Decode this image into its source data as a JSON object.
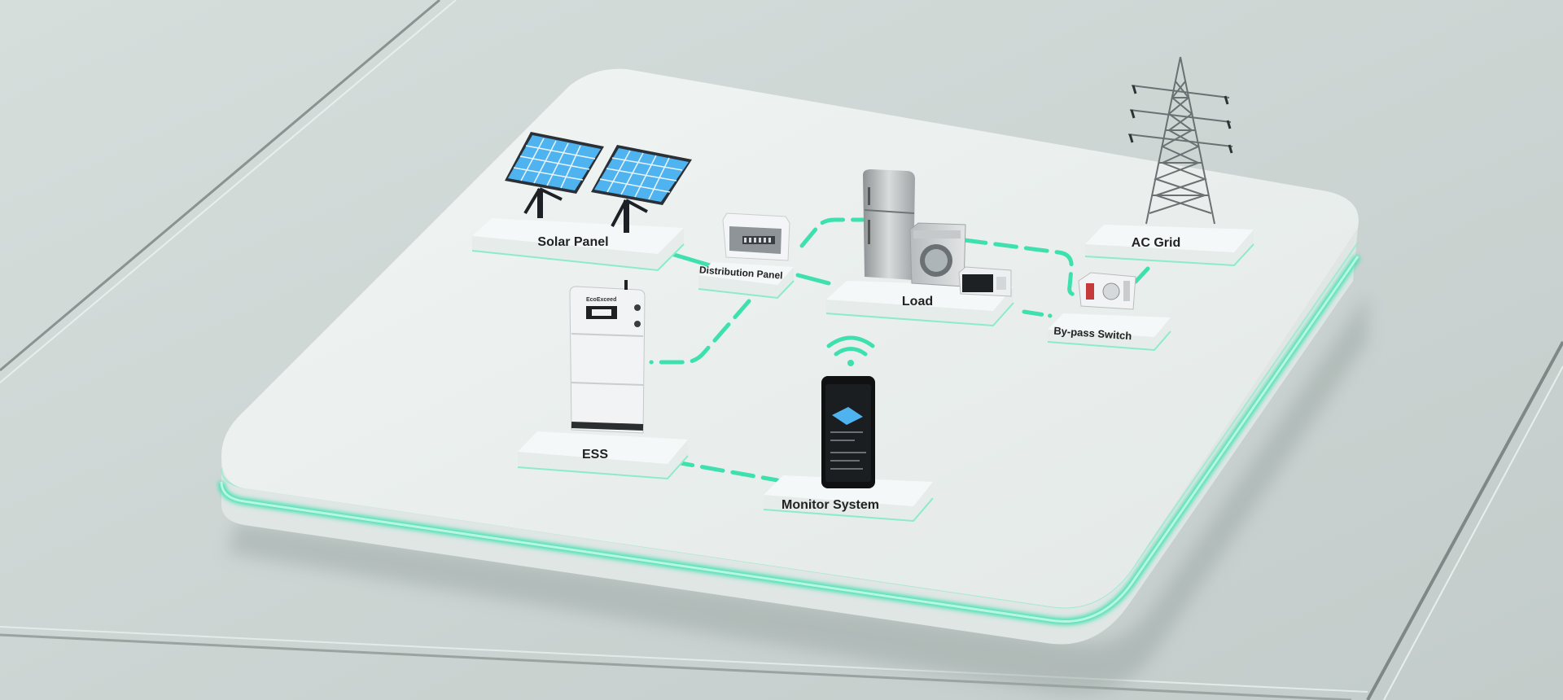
{
  "diagram": {
    "nodes": {
      "solar_panel": {
        "label": "Solar Panel"
      },
      "distribution_panel": {
        "label": "Distribution Panel"
      },
      "load": {
        "label": "Load"
      },
      "ac_grid": {
        "label": "AC Grid"
      },
      "bypass_switch": {
        "label": "By-pass Switch"
      },
      "ess": {
        "label": "ESS",
        "brand": "EcoExceed"
      },
      "monitor_system": {
        "label": "Monitor System"
      }
    },
    "connections": [
      {
        "from": "solar_panel",
        "to": "distribution_panel",
        "style": "solid"
      },
      {
        "from": "distribution_panel",
        "to": "load",
        "style": "solid"
      },
      {
        "from": "distribution_panel",
        "to": "load",
        "style": "dashed"
      },
      {
        "from": "load",
        "to": "bypass_switch",
        "style": "dashed"
      },
      {
        "from": "ac_grid",
        "to": "bypass_switch",
        "style": "solid"
      },
      {
        "from": "distribution_panel",
        "to": "ess",
        "style": "dashed"
      },
      {
        "from": "ess",
        "to": "monitor_system",
        "style": "dashed"
      }
    ],
    "colors": {
      "accent": "#3ee0ae",
      "background": "#cfd8d6",
      "platform": "#e9eeec",
      "tile": "#f3f6f7",
      "solar_cell": "#4fb3f0"
    }
  }
}
